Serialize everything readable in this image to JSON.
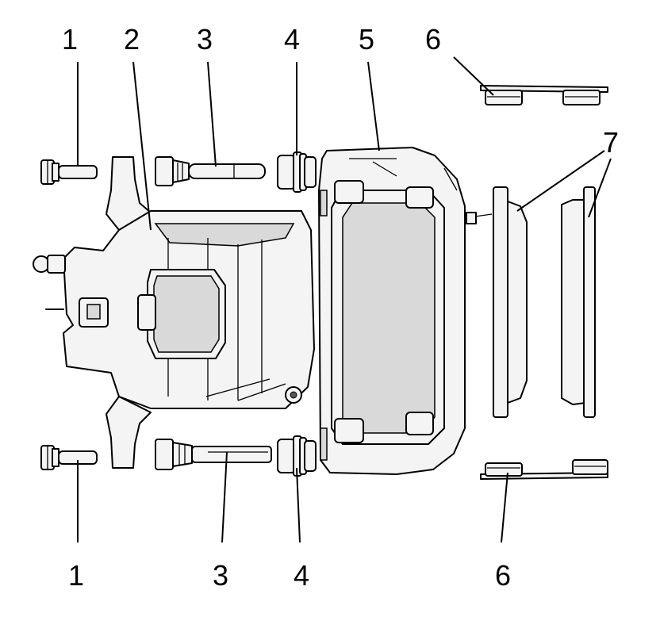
{
  "callouts": {
    "c1_top": "1",
    "c2": "2",
    "c3_top": "3",
    "c4_top": "4",
    "c5": "5",
    "c6_top": "6",
    "c7": "7",
    "c1_bottom": "1",
    "c3_bottom": "3",
    "c4_bottom": "4",
    "c6_bottom": "6"
  },
  "parts": [
    {
      "callout": "1",
      "icon": "bolt-icon"
    },
    {
      "callout": "2",
      "icon": "caliper-bracket-icon"
    },
    {
      "callout": "3",
      "icon": "guide-pin-icon"
    },
    {
      "callout": "4",
      "icon": "pin-boot-icon"
    },
    {
      "callout": "5",
      "icon": "caliper-housing-icon"
    },
    {
      "callout": "6",
      "icon": "pad-clip-icon"
    },
    {
      "callout": "7",
      "icon": "brake-pad-icon"
    }
  ]
}
